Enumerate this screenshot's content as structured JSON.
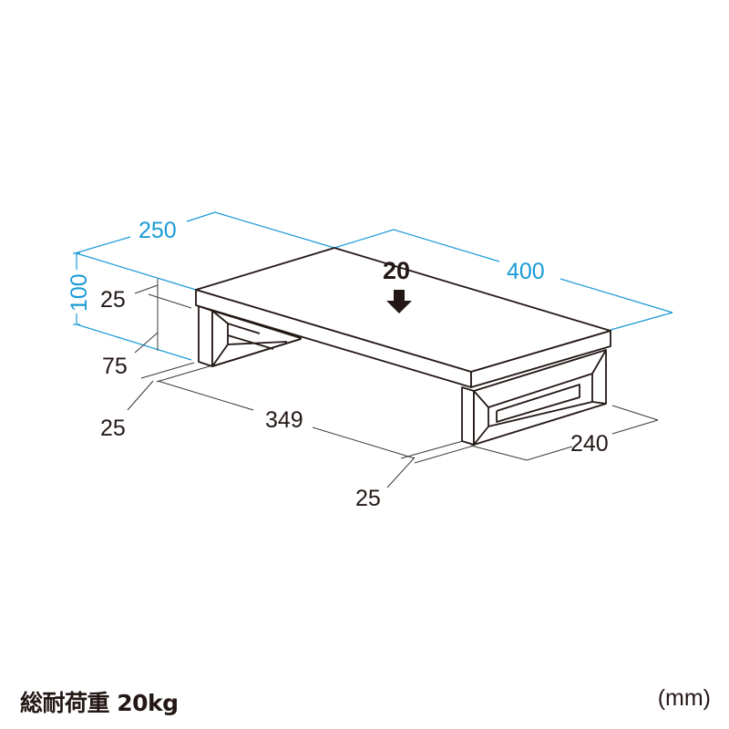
{
  "diagram": {
    "title": "Monitor stand dimension drawing",
    "colors": {
      "outline": "#231815",
      "dimension_blue": "#1a9ad6",
      "leader_gray": "#555555",
      "background": "#ffffff"
    },
    "dimensions": {
      "depth": "250",
      "width": "400",
      "height_total": "100",
      "top_thickness": "25",
      "leg_height": "75",
      "leg_width_left": "25",
      "inner_span": "349",
      "leg_width_right": "25",
      "leg_depth": "240"
    },
    "load": {
      "value": "20",
      "arrow_icon": "down-arrow-icon"
    }
  },
  "footer": {
    "load_capacity": "総耐荷重 20kg",
    "unit": "(mm)"
  }
}
